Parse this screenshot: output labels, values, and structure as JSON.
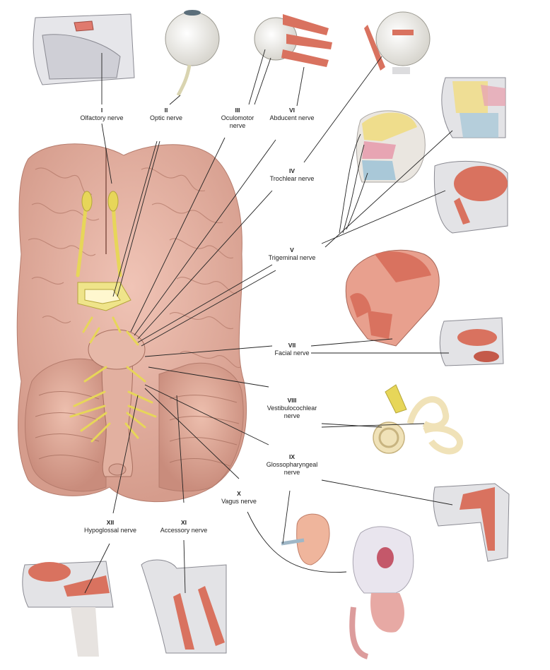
{
  "nerves": [
    {
      "key": "I",
      "numeral": "I",
      "name_line1": "Olfactory nerve",
      "name_line2": ""
    },
    {
      "key": "II",
      "numeral": "II",
      "name_line1": "Optic nerve",
      "name_line2": ""
    },
    {
      "key": "III",
      "numeral": "III",
      "name_line1": "Oculomotor",
      "name_line2": "nerve"
    },
    {
      "key": "VI",
      "numeral": "VI",
      "name_line1": "Abducent nerve",
      "name_line2": ""
    },
    {
      "key": "IV",
      "numeral": "IV",
      "name_line1": "Trochlear nerve",
      "name_line2": ""
    },
    {
      "key": "V",
      "numeral": "V",
      "name_line1": "Trigeminal nerve",
      "name_line2": ""
    },
    {
      "key": "VII",
      "numeral": "VII",
      "name_line1": "Facial nerve",
      "name_line2": ""
    },
    {
      "key": "VIII",
      "numeral": "VIII",
      "name_line1": "Vestibulocochlear",
      "name_line2": "nerve"
    },
    {
      "key": "IX",
      "numeral": "IX",
      "name_line1": "Glossopharyngeal",
      "name_line2": "nerve"
    },
    {
      "key": "X",
      "numeral": "X",
      "name_line1": "Vagus nerve",
      "name_line2": ""
    },
    {
      "key": "XI",
      "numeral": "XI",
      "name_line1": "Accessory nerve",
      "name_line2": ""
    },
    {
      "key": "XII",
      "numeral": "XII",
      "name_line1": "Hypoglossal nerve",
      "name_line2": ""
    }
  ],
  "colors": {
    "brain": "#e8b3a3",
    "brain_dark": "#c98d7d",
    "nerve_yellow": "#e7d659",
    "muscle": "#d9725f",
    "bone": "#e4e4e8",
    "eye": "#f2f0ea",
    "skin": "#f0c0a8",
    "leader_line": "#222222"
  }
}
